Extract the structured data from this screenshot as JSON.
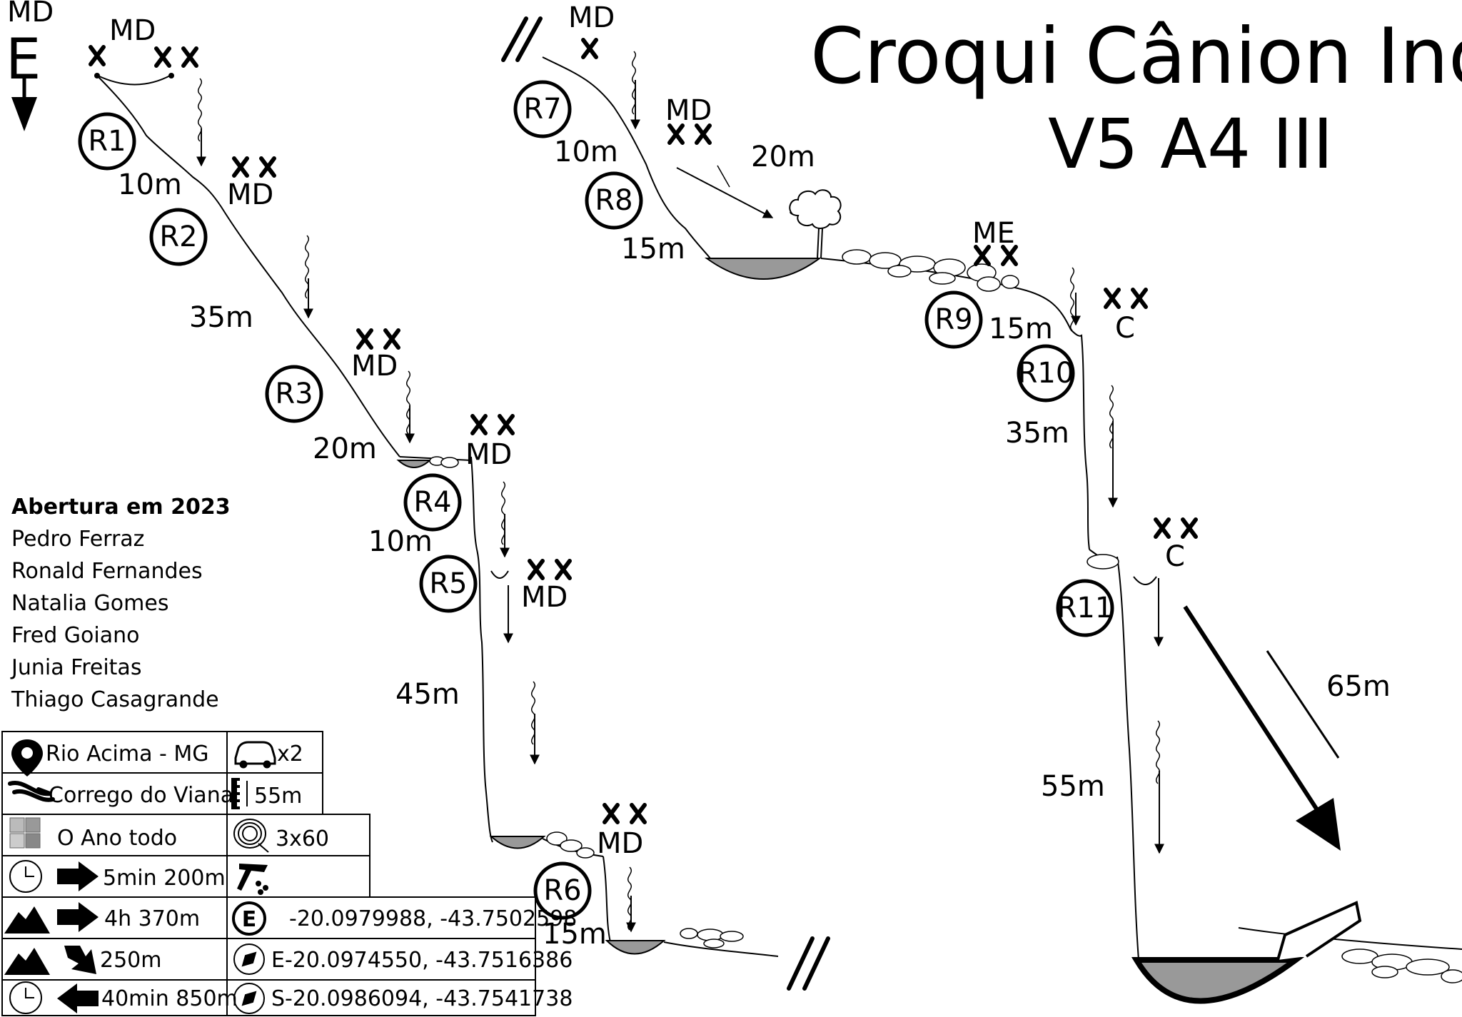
{
  "title": "Croqui Cânion Indian",
  "grade": "V5 A4 III",
  "start_marker": "E",
  "credits": {
    "heading": "Abertura em 2023",
    "names": [
      "Pedro Ferraz",
      "Ronald Fernandes",
      "Natalia Gomes",
      "Fred Goiano",
      "Junia Freitas",
      "Thiago Casagrande"
    ]
  },
  "rappels": [
    {
      "id": "R1",
      "label": "R1",
      "length": "10m",
      "anchor": "MD"
    },
    {
      "id": "R2",
      "label": "R2",
      "length": "35m",
      "anchor": "MD"
    },
    {
      "id": "R3",
      "label": "R3",
      "length": "20m",
      "anchor": "MD"
    },
    {
      "id": "R4",
      "label": "R4",
      "length": "10m",
      "anchor": "MD"
    },
    {
      "id": "R5",
      "label": "R5",
      "length": "45m",
      "anchor": "MD"
    },
    {
      "id": "R6",
      "label": "R6",
      "length": "15m",
      "anchor": "MD"
    },
    {
      "id": "R7",
      "label": "R7",
      "length": "10m",
      "anchor": "MD"
    },
    {
      "id": "R8",
      "label": "R8",
      "length": "15m",
      "anchor": "MD"
    },
    {
      "id": "R9",
      "label": "R9",
      "length": "15m",
      "anchor": "ME"
    },
    {
      "id": "R10",
      "label": "R10",
      "length": "35m",
      "anchor": "C"
    },
    {
      "id": "R11",
      "label": "R11",
      "length": "55m",
      "anchor": "C"
    }
  ],
  "extra_labels": {
    "r1_anchor_a": "MD",
    "r1_anchor_b": "MD",
    "r8_traverse": "20m",
    "r11_traverse": "65m"
  },
  "info": {
    "location": "Rio Acima - MG",
    "cars": "x2",
    "stream": "Corrego do Viana",
    "max_rappel": "55m",
    "season": "O Ano todo",
    "ropes": "3x60",
    "parking_walk": "5min 200m",
    "approach": "4h 370m",
    "descent": "250m",
    "exit": "40min 850m",
    "coord_parking": "-20.0979988, -43.7502598",
    "coord_entry": "E-20.0974550, -43.7516386",
    "coord_exit": "S-20.0986094, -43.7541738"
  },
  "icons": [
    "location-pin-icon",
    "car-icon",
    "river-icon",
    "rope-length-icon",
    "season-icon",
    "rope-coil-icon",
    "clock-icon",
    "arrow-right-icon",
    "arrow-diagonal-icon",
    "arrow-left-icon",
    "mountain-icon",
    "climbing-gear-icon",
    "parking-icon",
    "compass-icon"
  ]
}
